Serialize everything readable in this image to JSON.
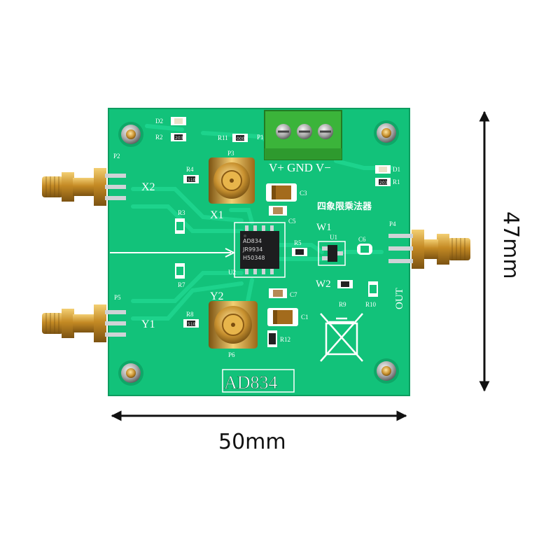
{
  "board": {
    "chip_name": "AD834",
    "chip_marking": [
      "AD834",
      "JR9934",
      "H50348"
    ],
    "title_cn": "四象限乘法器",
    "power_labels": "V+ GND V−",
    "port_labels": {
      "x2": "X2",
      "y1": "Y1",
      "x1": "X1",
      "y2": "Y2",
      "out": "OUT",
      "w1": "W1",
      "w2": "W2"
    },
    "designators": {
      "d2": "D2",
      "r2": "R2",
      "r11": "R11",
      "p1": "P1",
      "d1": "D1",
      "r1": "R1",
      "p2": "P2",
      "p3": "P3",
      "r4": "R4",
      "c3": "C3",
      "c5": "C5",
      "r3": "R3",
      "u1": "U1",
      "p4": "P4",
      "r5": "R5",
      "c6": "C6",
      "u2": "U2",
      "r7": "R7",
      "r9": "R9",
      "r10": "R10",
      "p5": "P5",
      "r8": "R8",
      "c7": "C7",
      "c1": "C1",
      "r12": "R12",
      "p6": "P6"
    },
    "resistor_codes": {
      "r2": "203",
      "r11": "000",
      "r1": "203",
      "r4": "510",
      "r8": "510"
    }
  },
  "dimensions": {
    "width_label": "50mm",
    "height_label": "47mm"
  },
  "colors": {
    "pcb": "#12c27a",
    "pcb_dark": "#0ea767",
    "trace": "#19d088",
    "silk": "#ffffff",
    "gold": "#d8a33a",
    "terminal": "#3bb43a"
  }
}
